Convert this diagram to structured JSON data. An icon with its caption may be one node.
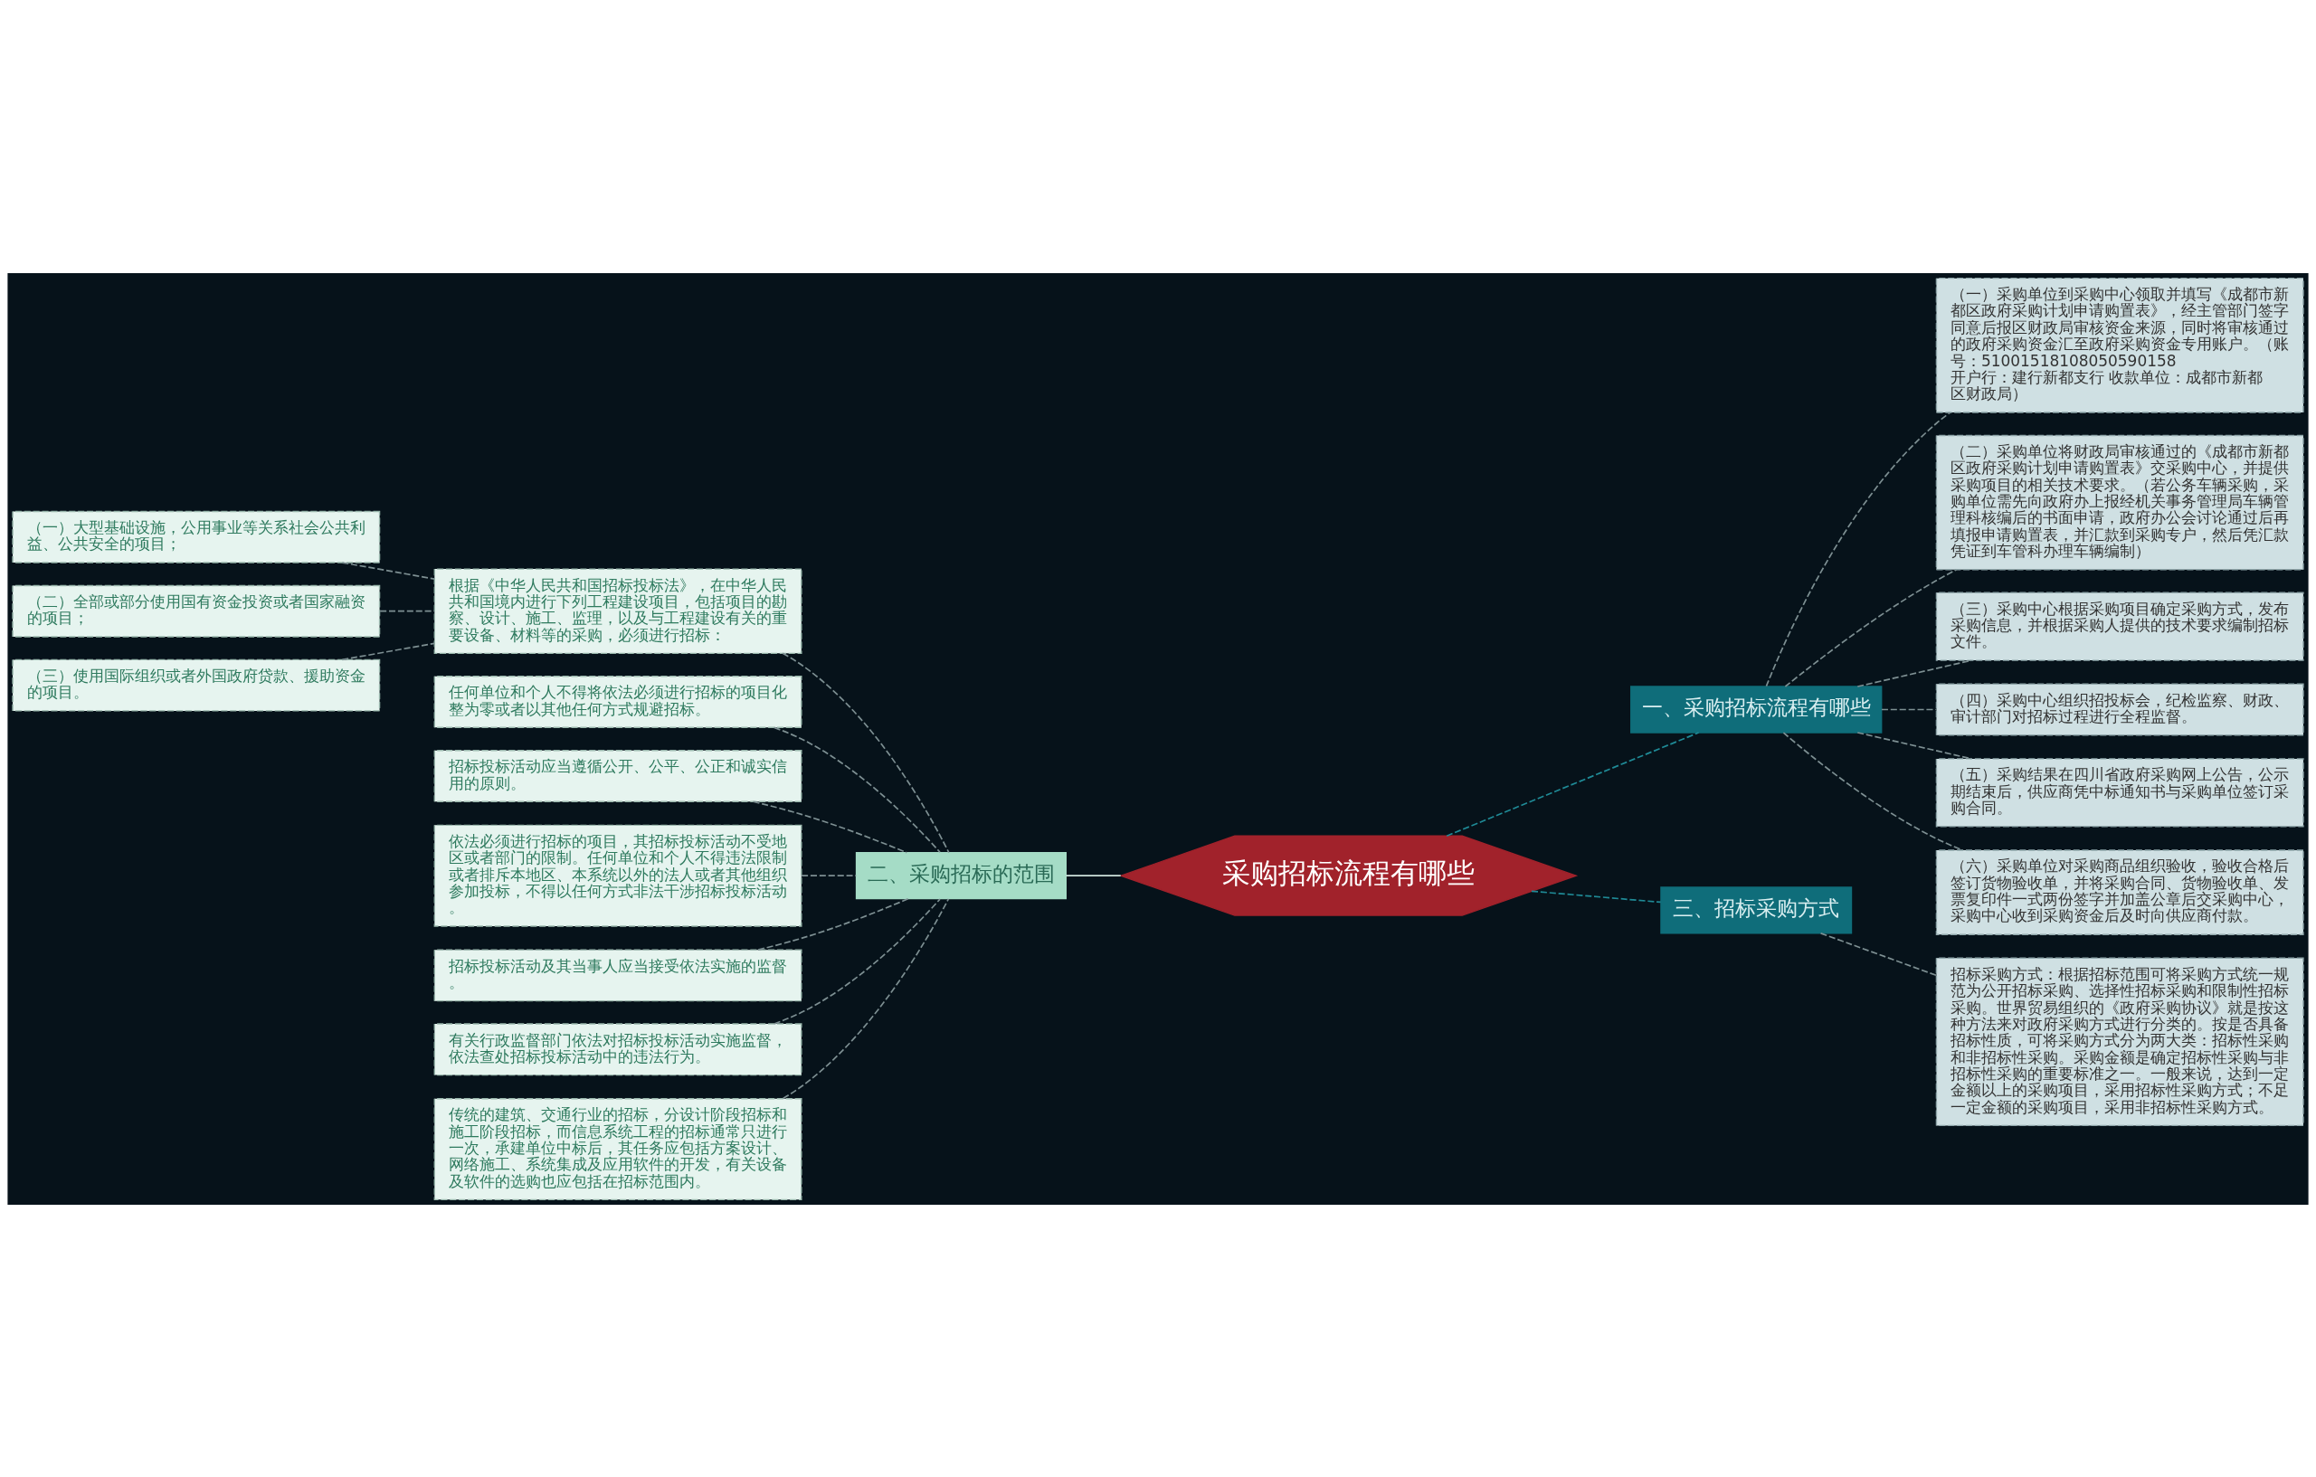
{
  "diagram": {
    "nodes": [
      {
        "text": [
          "采购招标流程有哪些"
        ]
      },
      {
        "text": [
          "一、采购招标流程有哪些"
        ]
      },
      {
        "text": [
          "（一）采购单位到采购中心领取并填写《成都市新都区政府采购计划申请购置表》，经主管部门签字同意后报区财政局审核资金来源，同时将审核通过的政府采购资金汇至政府采购资金专用账户。（账号：51001518108050590158 开户行：建行新都支行 收款单位：成都市新都区财政局）"
        ]
      },
      {
        "text": [
          "（二）采购单位将财政局审核通过的《成都市新都区政府采购计划申请购置表》交采购中心，并提供采购项目的相关技术要求。（若公务车辆采购，采购单位需先向政府办上报经机关事务管理局车辆管理科核编后的书面申请，政府办公会讨论通过后再填报申请购置表，并汇款到采购专户，然后凭汇款凭证到车管科办理车辆编制）"
        ]
      },
      {
        "text": [
          "（三）采购中心根据采购项目确定采购方式，发布采购信息，并根据采购人提供的技术要求编制招标文件。"
        ]
      },
      {
        "text": [
          "（四）采购中心组织招投标会，纪检监察、财政、审计部门对招标过程进行全程监督。"
        ]
      },
      {
        "text": [
          "（五）采购结果在四川省政府采购网上公告，公示期结束后，供应商凭中标通知书与采购单位签订采购合同。"
        ]
      },
      {
        "text": [
          "（六）采购单位对采购商品组织验收，验收合格后签订货物验收单，并将采购合同、货物验收单、发票复印件一式两份签字并加盖公章后交采购中心，采购中心收到采购资金后及时向供应商付款。"
        ]
      },
      {
        "text": [
          "二、采购招标的范围"
        ]
      },
      {
        "text": [
          "根据《中华人民共和国招标投标法》，在中华人民共和国境内进行下列工程建设项目，包括项目的勘察、设计、施工、监理，以及与工程建设有关的重要设备、材料等的采购，必须进行招标："
        ]
      },
      {
        "text": [
          "（一）大型基础设施，公用事业等关系社会公共利益、公共安全的项目；"
        ]
      },
      {
        "text": [
          "（二）全部或部分使用国有资金投资或者国家融资的项目；"
        ]
      },
      {
        "text": [
          "（三）使用国际组织或者外国政府贷款、援助资金的项目。"
        ]
      },
      {
        "text": [
          "任何单位和个人不得将依法必须进行招标的项目化整为零或者以其他任何方式规避招标。"
        ]
      },
      {
        "text": [
          "招标投标活动应当遵循公开、公平、公正和诚实信用的原则。"
        ]
      },
      {
        "text": [
          "依法必须进行招标的项目，其招标投标活动不受地区或者部门的限制。任何单位和个人不得违法限制或者排斥本地区、本系统以外的法人或者其他组织参加投标，不得以任何方式非法干涉招标投标活动。"
        ]
      },
      {
        "text": [
          "招标投标活动及其当事人应当接受依法实施的监督。"
        ]
      },
      {
        "text": [
          "有关行政监督部门依法对招标投标活动实施监督，依法查处招标投标活动中的违法行为。"
        ]
      },
      {
        "text": [
          "传统的建筑、交通行业的招标，分设计阶段招标和施工阶段招标，而信息系统工程的招标通常只进行一次，承建单位中标后，其任务应包括方案设计、网络施工、系统集成及应用软件的开发，有关设备及软件的选购也应包括在招标范围内。"
        ]
      },
      {
        "text": [
          "三、招标采购方式"
        ]
      },
      {
        "text": [
          "招标采购方式：根据招标范围可将采购方式统一规范为公开招标采购、选择性招标采购和限制性招标采购。世界贸易组织的《政府采购协议》就是按这种方法来对政府采购方式进行分类的。按是否具备招标性质，可将采购方式分为两大类：招标性采购和非招标性采购。采购金额是确定招标性采购与非招标性采购的重要标准之一。一般来说，达到一定金额以上的采购项目，采用招标性采购方式；不足一定金额的采购项目，采用非招标性采购方式。"
        ]
      }
    ],
    "edges": [
      {
        "from": 0,
        "to": 1,
        "arrow": "none",
        "style": "dashed",
        "color": "#1f8a96"
      },
      {
        "from": 1,
        "to": 2,
        "arrow": "none",
        "style": "dashed"
      },
      {
        "from": 1,
        "to": 3,
        "arrow": "none",
        "style": "dashed"
      },
      {
        "from": 1,
        "to": 4,
        "arrow": "none",
        "style": "dashed"
      },
      {
        "from": 1,
        "to": 5,
        "arrow": "none",
        "style": "dashed"
      },
      {
        "from": 1,
        "to": 6,
        "arrow": "none",
        "style": "dashed"
      },
      {
        "from": 1,
        "to": 7,
        "arrow": "none",
        "style": "dashed"
      },
      {
        "from": 0,
        "to": 8,
        "arrow": "none",
        "color": "#cfe3dc"
      },
      {
        "from": 8,
        "to": 9,
        "arrow": "none",
        "style": "dashed"
      },
      {
        "from": 9,
        "to": 10,
        "arrow": "none",
        "style": "dashed"
      },
      {
        "from": 9,
        "to": 11,
        "arrow": "none",
        "style": "dashed"
      },
      {
        "from": 9,
        "to": 12,
        "arrow": "none",
        "style": "dashed"
      },
      {
        "from": 8,
        "to": 13,
        "arrow": "none",
        "style": "dashed"
      },
      {
        "from": 8,
        "to": 14,
        "arrow": "none",
        "style": "dashed"
      },
      {
        "from": 8,
        "to": 15,
        "arrow": "none",
        "style": "dashed"
      },
      {
        "from": 8,
        "to": 16,
        "arrow": "none",
        "style": "dashed"
      },
      {
        "from": 8,
        "to": 17,
        "arrow": "none",
        "style": "dashed"
      },
      {
        "from": 8,
        "to": 18,
        "arrow": "none",
        "style": "dashed"
      },
      {
        "from": 0,
        "to": 19,
        "arrow": "none",
        "style": "dashed",
        "color": "#1f8a96"
      },
      {
        "from": 19,
        "to": 20,
        "arrow": "none",
        "style": "dashed"
      }
    ]
  }
}
